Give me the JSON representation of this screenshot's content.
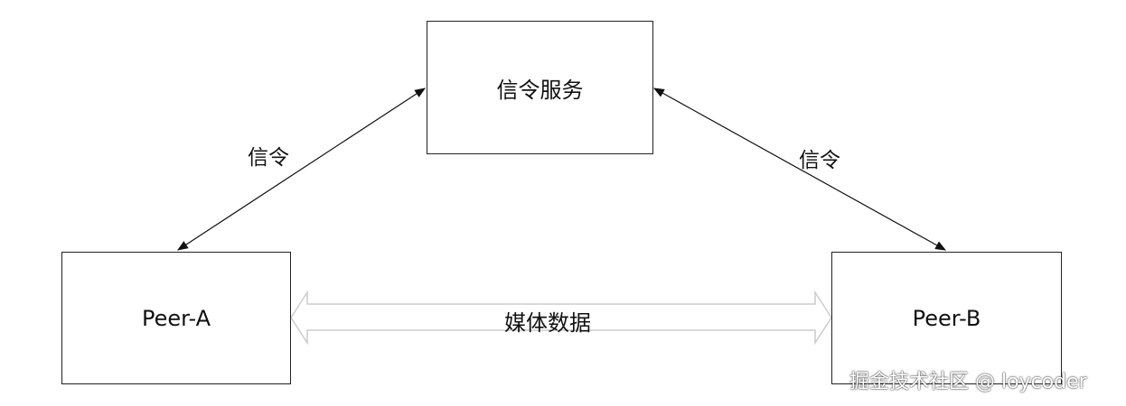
{
  "nodes": {
    "server": "信令服务",
    "peer_a": "Peer-A",
    "peer_b": "Peer-B"
  },
  "edges": {
    "signal_left": "信令",
    "signal_right": "信令",
    "media": "媒体数据"
  },
  "watermark": "掘金技术社区 @ loycoder"
}
